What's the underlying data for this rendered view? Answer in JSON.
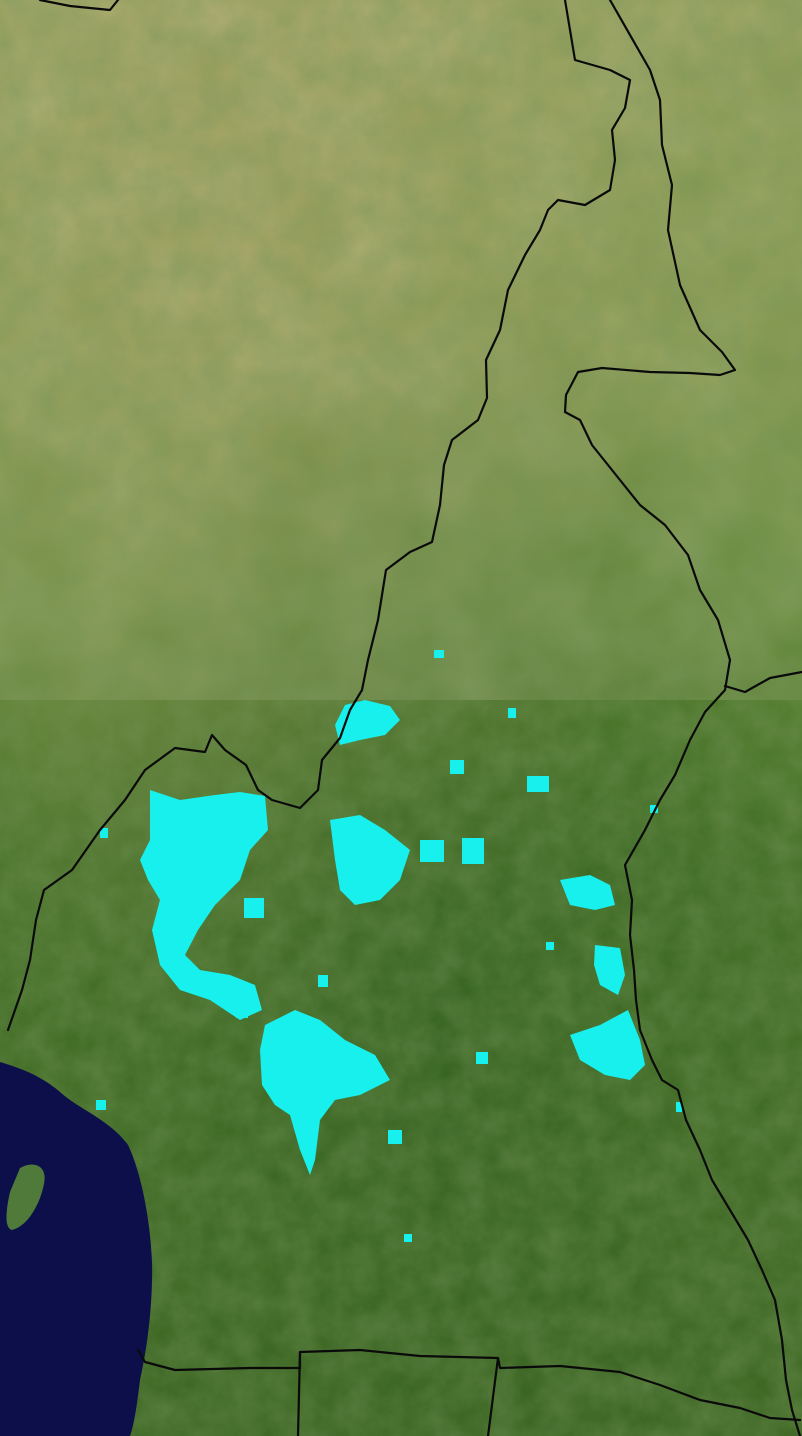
{
  "map": {
    "view": "satellite",
    "colors": {
      "land_savanna": "#8a9a4a",
      "land_forest": "#3e6a22",
      "land_dark_forest": "#2f5a1c",
      "ocean": "#0c0f4a",
      "border": "#0a0a0a",
      "highlight": "#17f0ec",
      "island": "#4f7a3a"
    },
    "layers": [
      "satellite-imagery",
      "country-borders",
      "highlighted-areas"
    ]
  }
}
